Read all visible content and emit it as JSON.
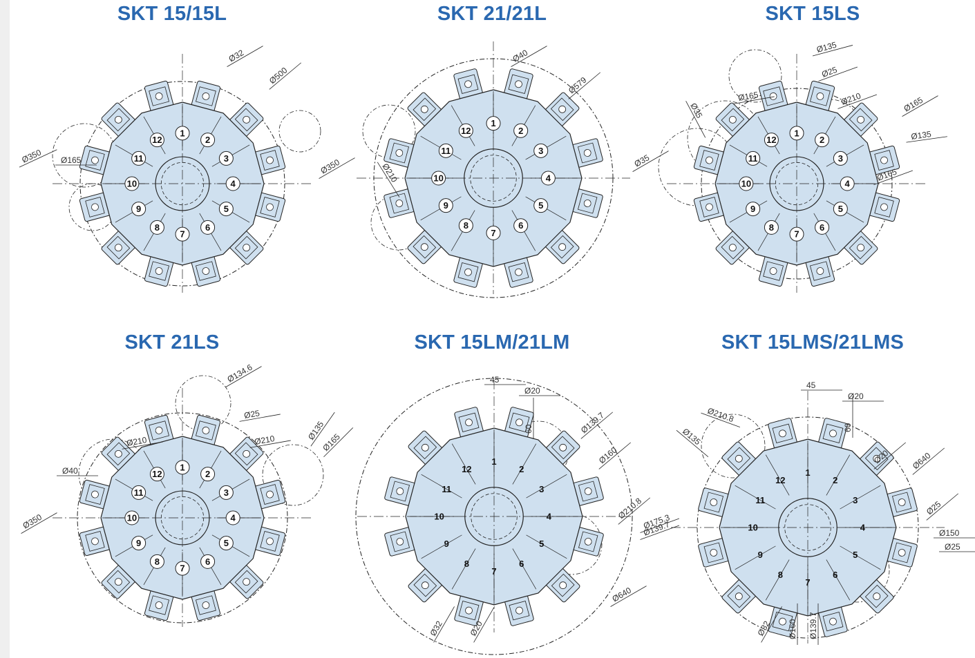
{
  "colors": {
    "title": "#2a68b0",
    "body": "#cfe0ef",
    "line": "#222222"
  },
  "panels": [
    {
      "id": "p1",
      "title": "SKT 15/15L",
      "stations": "circled",
      "dims": [
        "Ø32",
        "Ø500",
        "Ø350",
        "Ø165"
      ]
    },
    {
      "id": "p2",
      "title": "SKT 21/21L",
      "stations": "circled",
      "dims": [
        "Ø40",
        "Ø579",
        "Ø350",
        "Ø210"
      ]
    },
    {
      "id": "p3",
      "title": "SKT 15LS",
      "stations": "circled",
      "dims": [
        "Ø135",
        "Ø25",
        "Ø35",
        "Ø165",
        "Ø210",
        "Ø165",
        "Ø135",
        "Ø35",
        "Ø165"
      ]
    },
    {
      "id": "p4",
      "title": "SKT 21LS",
      "stations": "circled",
      "dims": [
        "Ø134.6",
        "Ø25",
        "Ø210",
        "Ø210",
        "Ø135",
        "Ø165",
        "Ø40",
        "Ø350"
      ]
    },
    {
      "id": "p5",
      "title": "SKT 15LM/21LM",
      "stations": "plain",
      "dims": [
        "45",
        "Ø20",
        "60",
        "Ø139.7",
        "Ø160",
        "Ø210.8",
        "Ø640",
        "Ø32",
        "Ø20"
      ]
    },
    {
      "id": "p6",
      "title": "SKT 15LMS/21LMS",
      "stations": "plain",
      "dims": [
        "45",
        "Ø20",
        "60",
        "Ø210.8",
        "Ø135",
        "Ø20",
        "Ø640",
        "Ø25",
        "Ø150",
        "Ø25",
        "Ø175.3",
        "Ø139.7",
        "Ø32",
        "Ø160",
        "Ø139.7"
      ]
    }
  ],
  "station_numbers": [
    "1",
    "2",
    "3",
    "4",
    "5",
    "6",
    "7",
    "8",
    "9",
    "10",
    "11",
    "12"
  ]
}
